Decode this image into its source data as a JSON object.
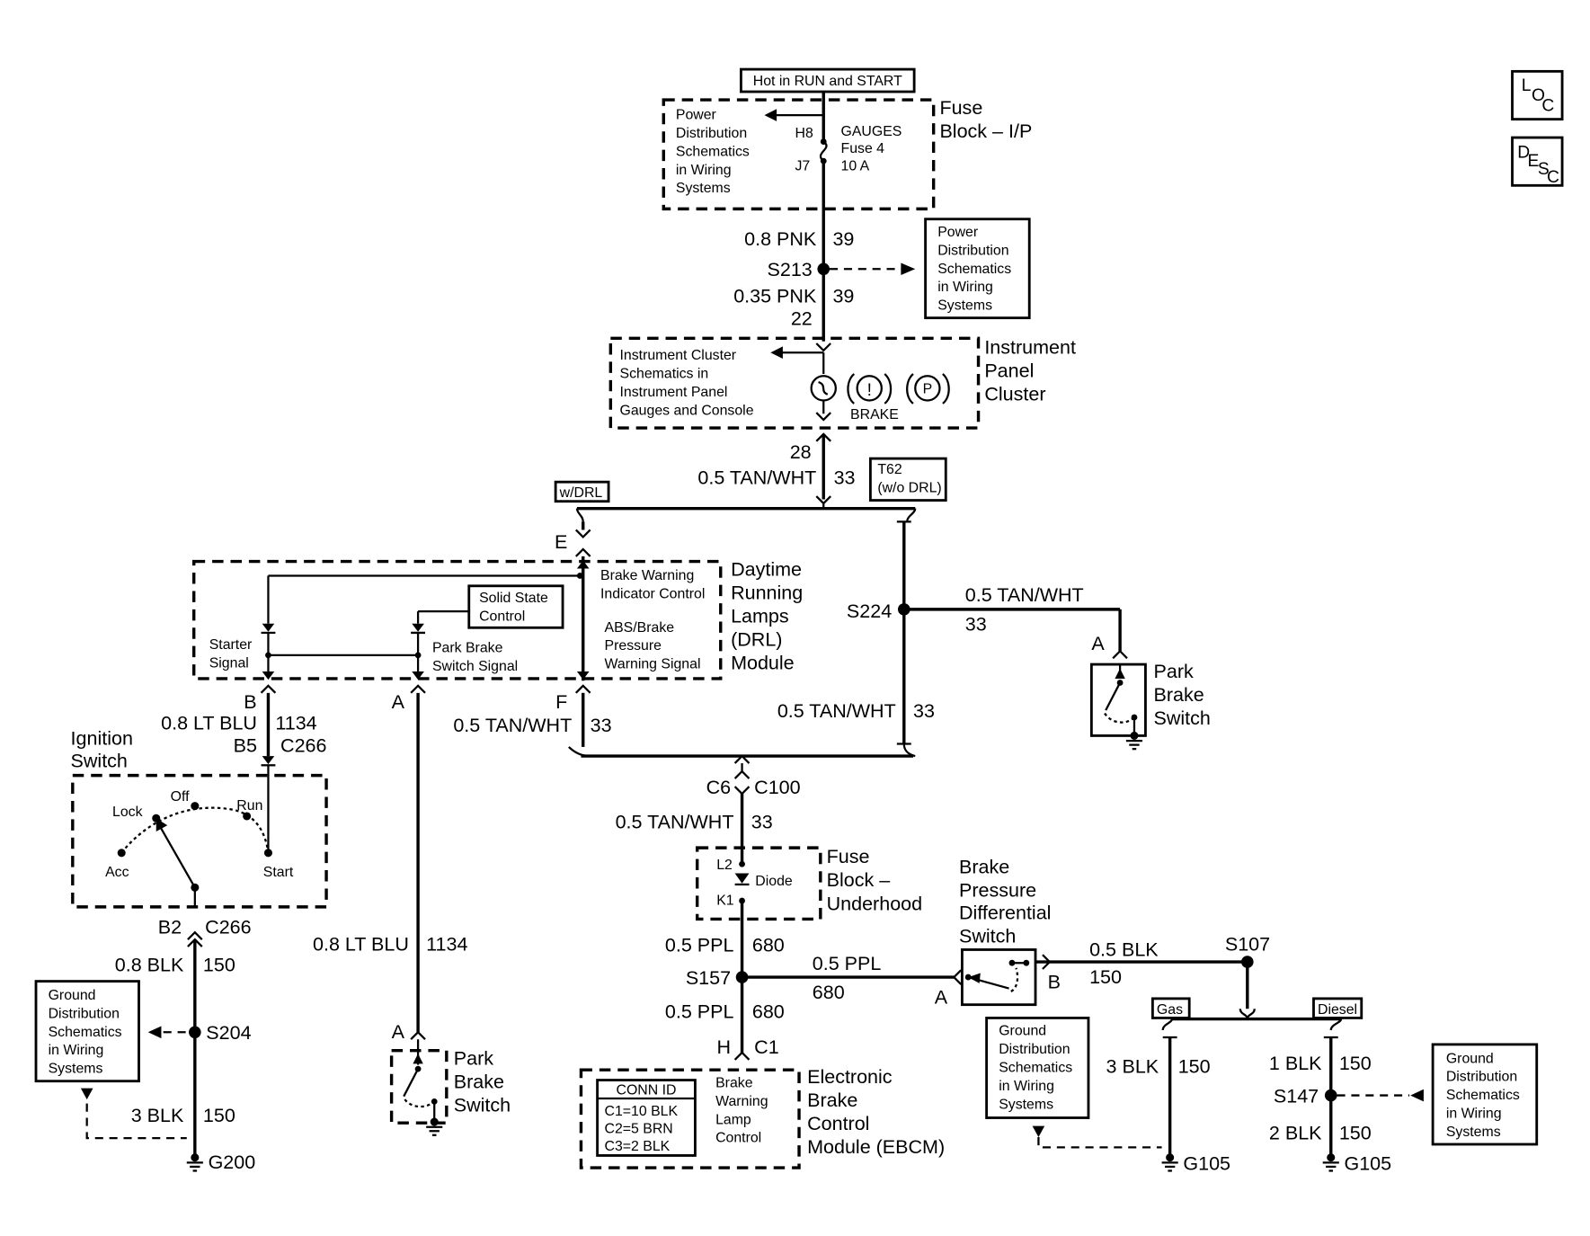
{
  "header": {
    "hot_in_run_start": "Hot in RUN and START",
    "loc_icon": {
      "a": "L",
      "b": "O",
      "c": "C"
    },
    "desc_icon": {
      "a": "D",
      "b": "E",
      "c": "S",
      "d": "C"
    }
  },
  "fuse_block_ip": {
    "title_1": "Fuse",
    "title_2": "Block – I/P",
    "ref": [
      "Power",
      "Distribution",
      "Schematics",
      "in Wiring",
      "Systems"
    ],
    "term_top": "H8",
    "term_bottom": "J7",
    "fuse_label": [
      "GAUGES",
      "Fuse 4",
      "10 A"
    ]
  },
  "splice_s213": {
    "upper_wire": "0.8 PNK",
    "upper_circuit": "39",
    "name": "S213",
    "lower_wire": "0.35 PNK",
    "lower_circuit": "39",
    "ref": [
      "Power",
      "Distribution",
      "Schematics",
      "in Wiring",
      "Systems"
    ]
  },
  "instrument_panel_cluster": {
    "pin_top": "22",
    "title": [
      "Instrument",
      "Panel",
      "Cluster"
    ],
    "ref": [
      "Instrument Cluster",
      "Schematics in",
      "Instrument Panel",
      "Gauges and Console"
    ],
    "lamp_label": "BRAKE",
    "lamp_symbol_1": "!",
    "lamp_symbol_2": "P",
    "pin_bottom": "28",
    "out_wire": "0.5 TAN/WHT",
    "out_circuit": "33"
  },
  "options": {
    "w_drl": "w/DRL",
    "t62": [
      "T62",
      "(w/o DRL)"
    ]
  },
  "drl_module": {
    "title": [
      "Daytime",
      "Running",
      "Lamps",
      "(DRL)",
      "Module"
    ],
    "pin_top": "E",
    "brake_warning": [
      "Brake Warning",
      "Indicator Control"
    ],
    "abs_brake": [
      "ABS/Brake",
      "Pressure",
      "Warning Signal"
    ],
    "solid_state": [
      "Solid State",
      "Control"
    ],
    "starter_signal": [
      "Starter",
      "Signal"
    ],
    "park_brake_signal": [
      "Park Brake",
      "Switch Signal"
    ],
    "pin_b": "B",
    "pin_a": "A",
    "pin_f": "F",
    "f_wire": "0.5 TAN/WHT",
    "f_circuit": "33"
  },
  "splice_s224": {
    "name": "S224",
    "right_wire": "0.5 TAN/WHT",
    "right_circuit": "33",
    "down_wire": "0.5 TAN/WHT",
    "down_circuit": "33"
  },
  "park_brake_switch_right": {
    "pin": "A",
    "title": [
      "Park",
      "Brake",
      "Switch"
    ]
  },
  "ignition_switch": {
    "title": [
      "Ignition",
      "Switch"
    ],
    "wire": "0.8 LT BLU",
    "circuit": "1134",
    "pin_top": "B5",
    "connector_top": "C266",
    "positions": {
      "lock": "Lock",
      "off": "Off",
      "run": "Run",
      "acc": "Acc",
      "start": "Start"
    },
    "pin_bottom": "B2",
    "connector_bottom": "C266",
    "out_wire": "0.8 BLK",
    "out_circuit": "150"
  },
  "ground_left": {
    "ref": [
      "Ground",
      "Distribution",
      "Schematics",
      "in Wiring",
      "Systems"
    ],
    "splice": "S204",
    "wire": "3 BLK",
    "circuit": "150",
    "ground": "G200"
  },
  "park_brake_switch_left": {
    "wire": "0.8 LT BLU",
    "circuit": "1134",
    "pin": "A",
    "title": [
      "Park",
      "Brake",
      "Switch"
    ]
  },
  "c100": {
    "pin": "C6",
    "connector": "C100",
    "wire": "0.5 TAN/WHT",
    "circuit": "33"
  },
  "fuse_block_underhood": {
    "title": [
      "Fuse",
      "Block –",
      "Underhood"
    ],
    "term_top": "L2",
    "term_bottom": "K1",
    "diode_label": "Diode"
  },
  "splice_s157": {
    "upper_wire": "0.5 PPL",
    "upper_circuit": "680",
    "name": "S157",
    "right_wire": "0.5 PPL",
    "right_circuit": "680",
    "lower_wire": "0.5 PPL",
    "lower_circuit": "680"
  },
  "ebcm": {
    "pin": "H",
    "connector": "C1",
    "conn_id_title": "CONN ID",
    "conn_ids": [
      "C1=10 BLK",
      "C2=5 BRN",
      "C3=2 BLK"
    ],
    "lamp_control": [
      "Brake",
      "Warning",
      "Lamp",
      "Control"
    ],
    "title": [
      "Electronic",
      "Brake",
      "Control",
      "Module (EBCM)"
    ]
  },
  "brake_pressure_switch": {
    "title": [
      "Brake",
      "Pressure",
      "Differential",
      "Switch"
    ],
    "pin_a": "A",
    "pin_b": "B",
    "wire": "0.5 BLK",
    "circuit": "150",
    "splice": "S107"
  },
  "ground_right": {
    "gas": "Gas",
    "diesel": "Diesel",
    "ref_mid": [
      "Ground",
      "Distribution",
      "Schematics",
      "in Wiring",
      "Systems"
    ],
    "gas_wire": "3 BLK",
    "gas_circuit": "150",
    "gas_ground": "G105",
    "diesel_upper_wire": "1 BLK",
    "diesel_upper_circuit": "150",
    "diesel_splice": "S147",
    "diesel_lower_wire": "2 BLK",
    "diesel_lower_circuit": "150",
    "diesel_ground": "G105",
    "ref_right": [
      "Ground",
      "Distribution",
      "Schematics",
      "in Wiring",
      "Systems"
    ]
  }
}
